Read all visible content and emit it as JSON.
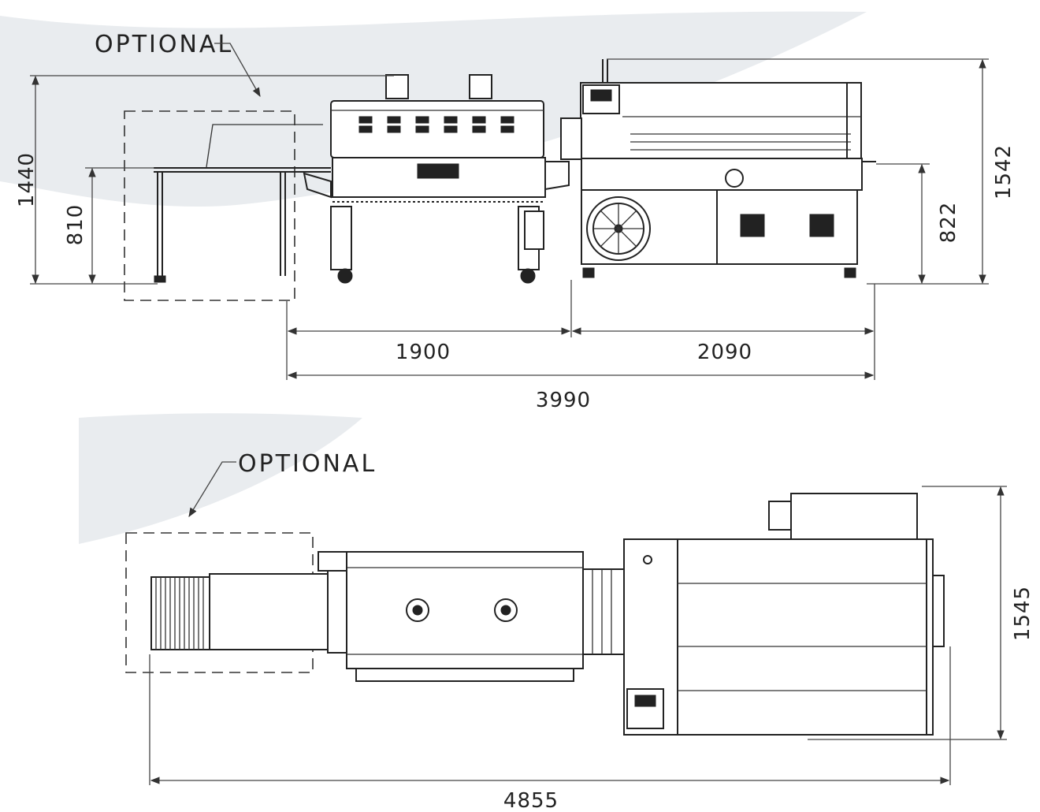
{
  "side_view": {
    "optional_label": "OPTIONAL",
    "dims": {
      "overall_height": "1440",
      "conveyor_height": "810",
      "machine_height": "1542",
      "table_height": "822",
      "tunnel_length": "1900",
      "sealer_length": "2090",
      "total_length": "3990"
    }
  },
  "top_view": {
    "optional_label": "OPTIONAL",
    "dims": {
      "width": "1545",
      "total_length": "4855"
    }
  }
}
